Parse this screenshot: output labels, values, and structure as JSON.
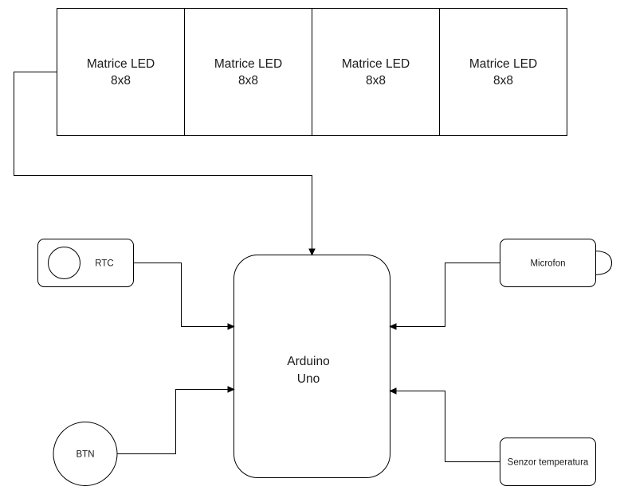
{
  "matrices": [
    {
      "line1": "Matrice LED",
      "line2": "8x8"
    },
    {
      "line1": "Matrice LED",
      "line2": "8x8"
    },
    {
      "line1": "Matrice LED",
      "line2": "8x8"
    },
    {
      "line1": "Matrice LED",
      "line2": "8x8"
    }
  ],
  "arduino": {
    "line1": "Arduino",
    "line2": "Uno"
  },
  "rtc": {
    "label": "RTC"
  },
  "btn": {
    "label": "BTN"
  },
  "microfon": {
    "label": "Microfon"
  },
  "senzor": {
    "label": "Senzor temperatura"
  }
}
